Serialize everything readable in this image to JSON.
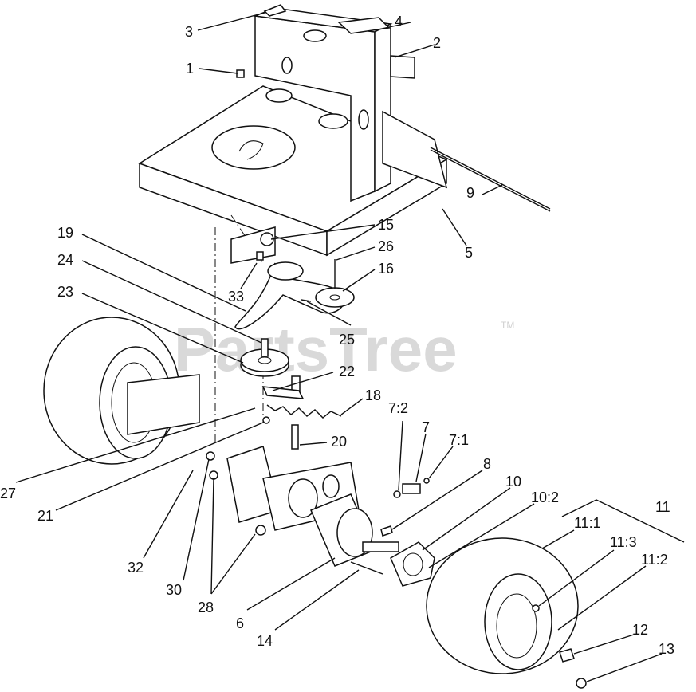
{
  "watermark": {
    "text": "PartsTree",
    "trademark": "TM"
  },
  "callouts": {
    "c1": "1",
    "c2": "2",
    "c3": "3",
    "c4": "4",
    "c5": "5",
    "c6": "6",
    "c7": "7",
    "c7_1": "7:1",
    "c7_2": "7:2",
    "c8": "8",
    "c9": "9",
    "c10": "10",
    "c10_2": "10:2",
    "c11": "11",
    "c11_1": "11:1",
    "c11_2": "11:2",
    "c11_3": "11:3",
    "c12": "12",
    "c13": "13",
    "c14": "14",
    "c15": "15",
    "c16": "16",
    "c18": "18",
    "c19": "19",
    "c20": "20",
    "c21": "21",
    "c22": "22",
    "c23": "23",
    "c24": "24",
    "c25": "25",
    "c26": "26",
    "c27": "27",
    "c28": "28",
    "c30": "30",
    "c32": "32",
    "c33": "33"
  }
}
